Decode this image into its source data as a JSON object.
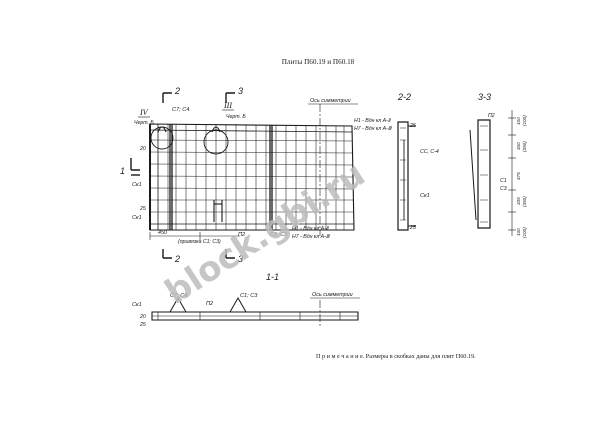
{
  "title": "Плиты П60.19 и П60.18",
  "watermark": "block.gbi.ru",
  "note": "П р и м е ч а н и е.  Размеры в скобках даны для плит П60.19.",
  "section_marks": {
    "s2": "2",
    "s3": "3",
    "s1": "1",
    "s2_2": "2-2",
    "s3_3": "3-3",
    "s1_1": "1-1",
    "node_iv": "IV",
    "node_iii": "III"
  },
  "labels": {
    "c7c4": "С7; С4",
    "chert_b_left": "Черт. Б",
    "chert_b_right": "Черт. Б",
    "axis_sym": "Ось симметрии",
    "axis_sym_bottom": "Ось симметрии",
    "n1_a": "Н1 - Вдн кл А-Ⅱ",
    "n7_a": "Н7 - Вдн кл А-Ⅲ",
    "n1_b": "Н1 - Вдн кл А-Ⅱ",
    "n7_b": "Н7 - Вдн кл А-Ⅲ",
    "cc4": "СС, С-4",
    "ck1_left_a": "Ск1",
    "ck1_left_b": "Ск1",
    "ck1_sec": "Ск1",
    "ck1_bottom": "Ск1",
    "c1c3_mid": "С1; С3",
    "c1c3_bottom": "С1; С3",
    "c7c4_bottom": "С7; С4",
    "p2_mid": "П2",
    "p2_bottom": "П2",
    "p2_sec": "П2",
    "c1_sec": "С1",
    "c3_sec": "С3",
    "privyazka": "(привязка С1; С3)",
    "d450": "450",
    "d25a": "25",
    "d25b": "25",
    "d25c": "25",
    "d25d": "25",
    "d20a": "20",
    "d20b": "20",
    "d100a": "100",
    "d100b": "(100)",
    "d300": "300",
    "d350": "(350)",
    "d475": "475",
    "d335": "335",
    "d350b": "(350)",
    "d100c": "100",
    "d100d": "(100)"
  }
}
